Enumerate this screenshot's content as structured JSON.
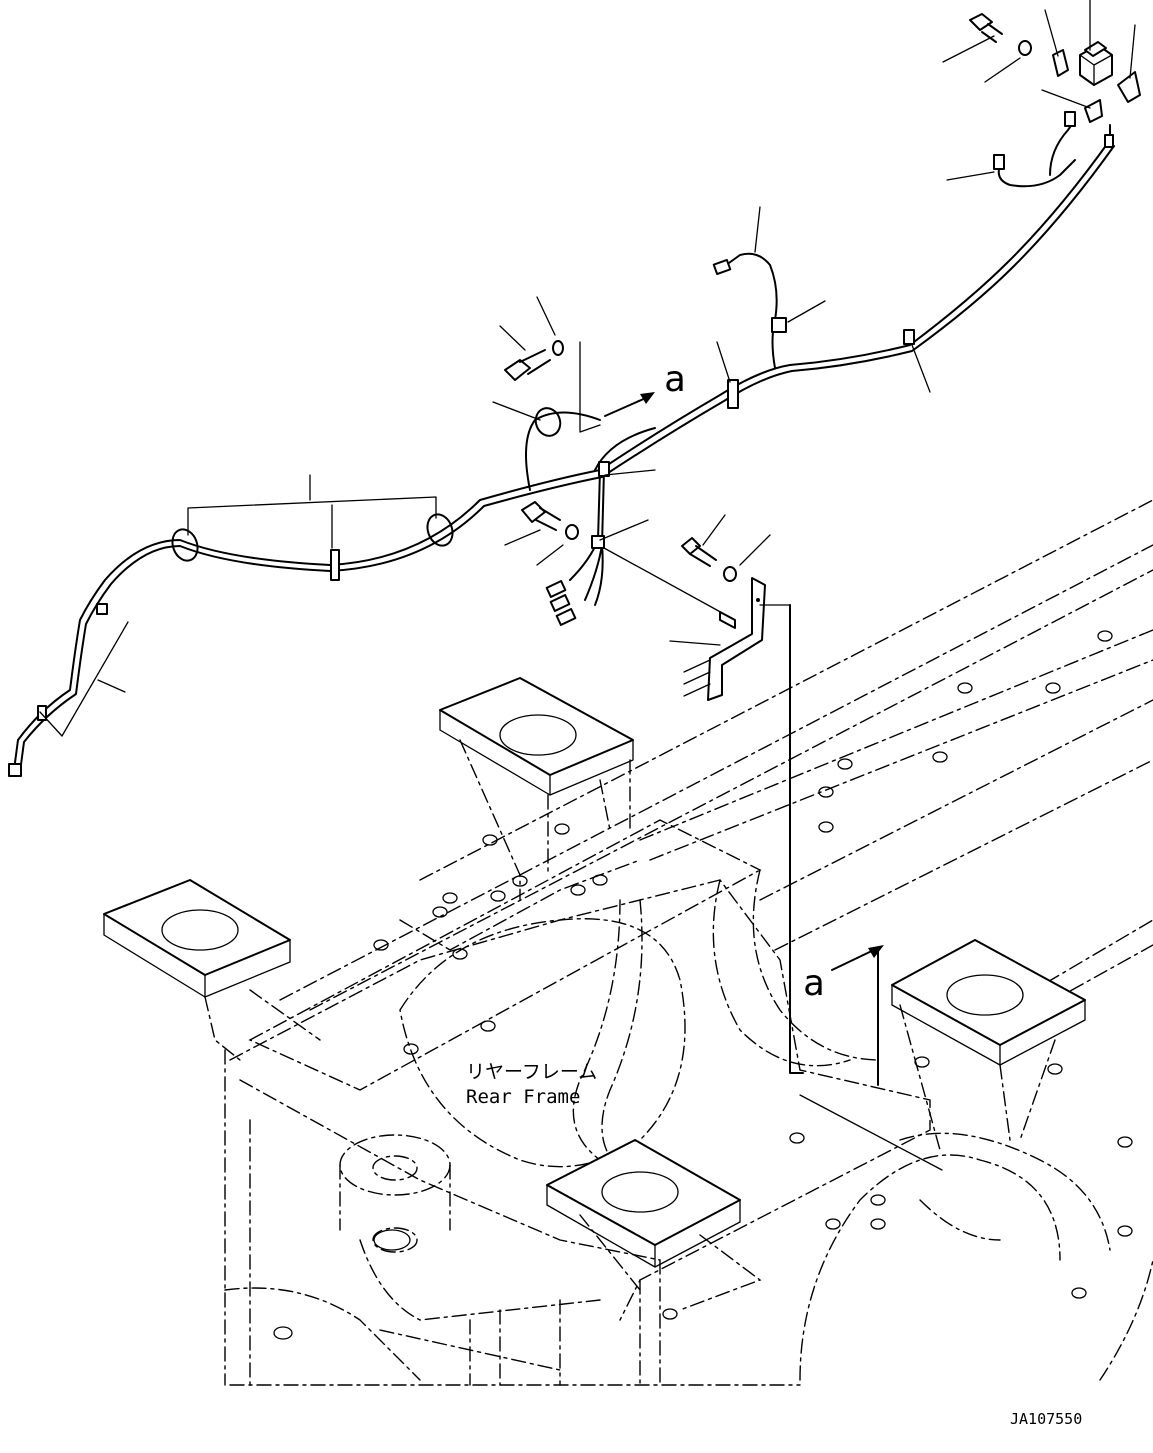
{
  "diagram": {
    "frame_label_jp": "リヤーフレーム",
    "frame_label_en": "Rear Frame",
    "view_marker_top": "a",
    "view_marker_bottom": "a",
    "drawing_number": "JA107550"
  }
}
